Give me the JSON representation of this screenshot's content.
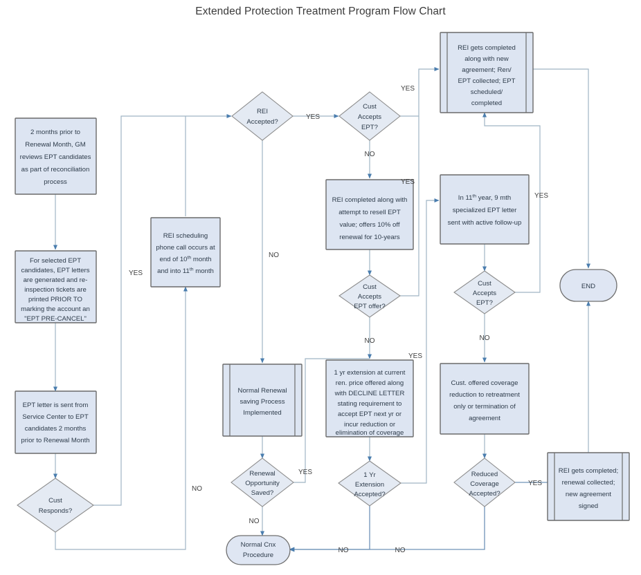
{
  "title": "Extended Protection Treatment Program Flow Chart",
  "colors": {
    "process_fill": "#dde5f2",
    "decision_fill": "#e4eaf3",
    "terminator_fill": "#dfe6f3",
    "connector": "#9fb5c4",
    "arrow": "#6f93b8",
    "text": "#2d3b4a",
    "background": "#ffffff"
  },
  "chart_data": {
    "type": "diagram",
    "title": "Extended Protection Treatment Program Flow Chart",
    "nodes": [
      {
        "id": "n1",
        "shape": "process",
        "text": "2 months prior to Renewal Month, GM reviews EPT candidates as part of reconciliation process"
      },
      {
        "id": "n2",
        "shape": "process",
        "text": "For selected EPT candidates, EPT letters are generated and re-inspection tickets are printed PRIOR TO marking the account an \"EPT PRE-CANCEL\""
      },
      {
        "id": "n3",
        "shape": "process",
        "text": "EPT letter is sent from Service Center to EPT candidates 2 months prior to Renewal Month"
      },
      {
        "id": "n4",
        "shape": "decision",
        "text": "Cust Responds?"
      },
      {
        "id": "n5",
        "shape": "process",
        "text": "REI scheduling phone call occurs at end of 10th month and into 11th month"
      },
      {
        "id": "n6",
        "shape": "decision",
        "text": "REI Accepted?"
      },
      {
        "id": "n7",
        "shape": "decision",
        "text": "Cust Accepts EPT?"
      },
      {
        "id": "n8",
        "shape": "predefined-process",
        "text": "REI gets completed along with new agreement; Ren/ EPT collected; EPT scheduled/ completed"
      },
      {
        "id": "n9",
        "shape": "process",
        "text": "REI completed along with attempt to resell EPT value; offers 10% off renewal for 10-years"
      },
      {
        "id": "n10",
        "shape": "decision",
        "text": "Cust Accepts EPT offer?"
      },
      {
        "id": "n11",
        "shape": "process",
        "text": "In 11th year, 9 mth specialized EPT letter sent with active follow-up"
      },
      {
        "id": "n12",
        "shape": "decision",
        "text": "Cust Accepts EPT?"
      },
      {
        "id": "n13",
        "shape": "terminator",
        "text": "END"
      },
      {
        "id": "n14",
        "shape": "predefined-process",
        "text": "Normal Renewal saving Process Implemented"
      },
      {
        "id": "n15",
        "shape": "decision",
        "text": "Renewal Opportunity Saved?"
      },
      {
        "id": "n16",
        "shape": "process",
        "text": "1 yr extension at current ren. price offered along with DECLINE LETTER stating requirement to accept EPT next yr or incur reduction or elimination of coverage"
      },
      {
        "id": "n17",
        "shape": "decision",
        "text": "1 Yr Extension Accepted?"
      },
      {
        "id": "n18",
        "shape": "process",
        "text": "Cust. offered coverage reduction to retreatment only or termination of agreement"
      },
      {
        "id": "n19",
        "shape": "decision",
        "text": "Reduced Coverage Accepted?"
      },
      {
        "id": "n20",
        "shape": "predefined-process",
        "text": "REI gets completed; renewal collected; new agreement signed"
      },
      {
        "id": "n21",
        "shape": "terminator",
        "text": "Normal Cnx Procedure"
      }
    ],
    "edges": [
      {
        "from": "n1",
        "to": "n2",
        "label": ""
      },
      {
        "from": "n2",
        "to": "n3",
        "label": ""
      },
      {
        "from": "n3",
        "to": "n4",
        "label": ""
      },
      {
        "from": "n4",
        "to": "n5",
        "label": "YES"
      },
      {
        "from": "n4",
        "to": "n5",
        "label": "NO"
      },
      {
        "from": "n5",
        "to": "n6",
        "label": ""
      },
      {
        "from": "n6",
        "to": "n7",
        "label": "YES"
      },
      {
        "from": "n6",
        "to": "n14",
        "label": "NO"
      },
      {
        "from": "n7",
        "to": "n8",
        "label": "YES"
      },
      {
        "from": "n7",
        "to": "n9",
        "label": "NO"
      },
      {
        "from": "n9",
        "to": "n10",
        "label": ""
      },
      {
        "from": "n10",
        "to": "n8",
        "label": "YES"
      },
      {
        "from": "n10",
        "to": "n16",
        "label": "NO"
      },
      {
        "from": "n8",
        "to": "n13",
        "label": ""
      },
      {
        "from": "n11",
        "to": "n12",
        "label": ""
      },
      {
        "from": "n12",
        "to": "n8",
        "label": "YES"
      },
      {
        "from": "n12",
        "to": "n18",
        "label": "NO"
      },
      {
        "from": "n14",
        "to": "n15",
        "label": ""
      },
      {
        "from": "n15",
        "to": "n16",
        "label": "YES"
      },
      {
        "from": "n15",
        "to": "n21",
        "label": "NO"
      },
      {
        "from": "n16",
        "to": "n17",
        "label": ""
      },
      {
        "from": "n17",
        "to": "n11",
        "label": "YES"
      },
      {
        "from": "n17",
        "to": "n21",
        "label": "NO"
      },
      {
        "from": "n18",
        "to": "n19",
        "label": ""
      },
      {
        "from": "n19",
        "to": "n20",
        "label": "YES"
      },
      {
        "from": "n19",
        "to": "n21",
        "label": "NO"
      },
      {
        "from": "n20",
        "to": "n13",
        "label": ""
      }
    ],
    "edge_labels": [
      "YES",
      "NO"
    ]
  },
  "nodes": {
    "n1": {
      "l1": "2 months prior to",
      "l2": "Renewal Month, GM",
      "l3": "reviews EPT candidates",
      "l4": "as part of reconciliation",
      "l5": "process"
    },
    "n2": {
      "l1": "For selected EPT",
      "l2": "candidates, EPT letters",
      "l3": "are generated and re-",
      "l4": "inspection tickets are",
      "l5": "printed PRIOR TO",
      "l6": "marking the account an",
      "l7": "\"EPT PRE-CANCEL\""
    },
    "n3": {
      "l1": "EPT letter is sent from",
      "l2": "Service Center to EPT",
      "l3": "candidates 2 months",
      "l4": "prior to Renewal Month"
    },
    "n4": {
      "l1": "Cust",
      "l2": "Responds?"
    },
    "n5": {
      "l1": "REI scheduling",
      "l2": "phone call occurs at",
      "l3a": "end of 10",
      "l3sup": "th",
      "l3b": " month",
      "l4a": "and into 11",
      "l4sup": "th",
      "l4b": " month"
    },
    "n6": {
      "l1": "REI",
      "l2": "Accepted?"
    },
    "n7": {
      "l1": "Cust",
      "l2": "Accepts",
      "l3": "EPT?"
    },
    "n8": {
      "l1": "REI gets completed",
      "l2": "along with new",
      "l3": "agreement; Ren/",
      "l4": "EPT collected; EPT",
      "l5": "scheduled/",
      "l6": "completed"
    },
    "n9": {
      "l1": "REI completed along with",
      "l2": "attempt to resell EPT",
      "l3": "value; offers 10% off",
      "l4": "renewal for 10-years"
    },
    "n10": {
      "l1": "Cust",
      "l2": "Accepts",
      "l3": "EPT offer?"
    },
    "n11": {
      "l1a": "In 11",
      "l1sup": "th",
      "l1b": " year, 9 mth",
      "l2": "specialized EPT letter",
      "l3": "sent with active follow-up"
    },
    "n12": {
      "l1": "Cust",
      "l2": "Accepts",
      "l3": "EPT?"
    },
    "n13": {
      "l1": "END"
    },
    "n14": {
      "l1": "Normal Renewal",
      "l2": "saving Process",
      "l3": "Implemented"
    },
    "n15": {
      "l1": "Renewal",
      "l2": "Opportunity",
      "l3": "Saved?"
    },
    "n16": {
      "l1": "1 yr extension at current",
      "l2": "ren. price offered along",
      "l3": "with DECLINE LETTER",
      "l4": "stating requirement to",
      "l5": "accept EPT next yr or",
      "l6": "incur reduction or",
      "l7": "elimination of coverage"
    },
    "n17": {
      "l1": "1 Yr",
      "l2": "Extension",
      "l3": "Accepted?"
    },
    "n18": {
      "l1": "Cust. offered coverage",
      "l2": "reduction to retreatment",
      "l3": "only or termination of",
      "l4": "agreement"
    },
    "n19": {
      "l1": "Reduced",
      "l2": "Coverage",
      "l3": "Accepted?"
    },
    "n20": {
      "l1": "REI gets completed;",
      "l2": "renewal collected;",
      "l3": "new agreement",
      "l4": "signed"
    },
    "n21": {
      "l1": "Normal Cnx",
      "l2": "Procedure"
    }
  },
  "labels": {
    "yes_cust_responds": "YES",
    "no_cust_responds": "NO",
    "yes_rei_accepted": "YES",
    "no_rei_accepted": "NO",
    "yes_cust_accepts_ept": "YES",
    "no_cust_accepts_ept": "NO",
    "yes_cust_accepts_offer": "YES",
    "no_cust_accepts_offer": "NO",
    "yes_renewal_saved": "YES",
    "no_renewal_saved": "NO",
    "yes_1yr_extension": "YES",
    "no_1yr_extension": "NO",
    "yes_cust_accepts_ept2": "YES",
    "no_cust_accepts_ept2": "NO",
    "yes_reduced_coverage": "YES",
    "no_reduced_coverage": "NO"
  }
}
